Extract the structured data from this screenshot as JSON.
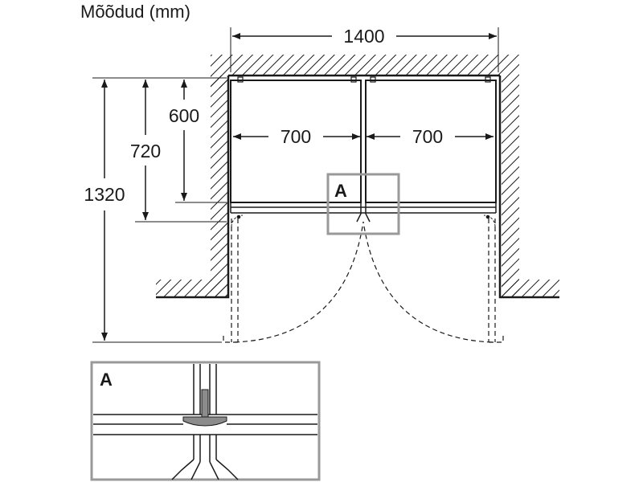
{
  "title": "Mõõdud (mm)",
  "dimensions": {
    "total_width": "1400",
    "left_door_width": "700",
    "right_door_width": "700",
    "depth_600": "600",
    "depth_720": "720",
    "depth_1320": "1320"
  },
  "detail": {
    "callout_label": "A",
    "inset_label": "A"
  },
  "colors": {
    "line": "#1a1a1a",
    "detail_box": "#999999",
    "handle": "#8c8c8c"
  }
}
